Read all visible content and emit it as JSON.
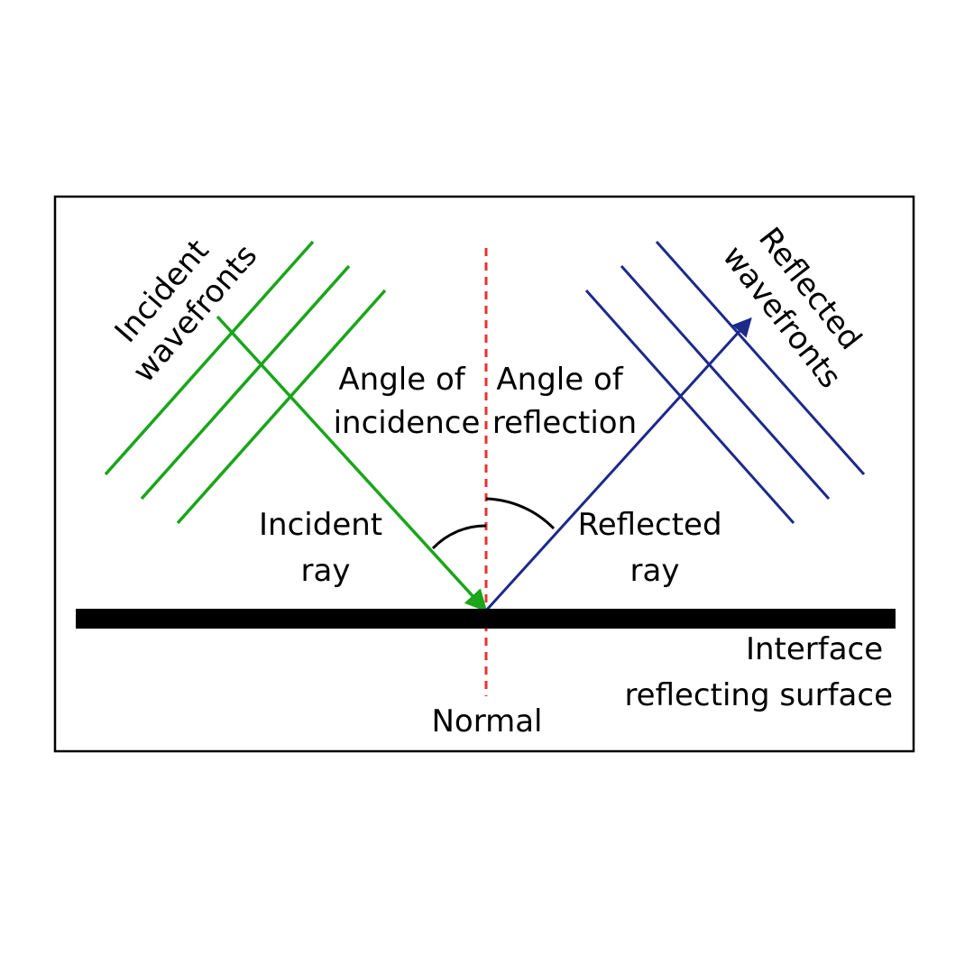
{
  "labels": {
    "incident_wavefronts": [
      "Incident",
      "wavefronts"
    ],
    "reflected_wavefronts": [
      "Reflected",
      "wavefronts"
    ],
    "angle_of_incidence": [
      "Angle of",
      "incidence"
    ],
    "angle_of_reflection": [
      "Angle of",
      "reflection"
    ],
    "incident_ray": [
      "Incident",
      "ray"
    ],
    "reflected_ray": [
      "Reflected",
      "ray"
    ],
    "interface": [
      "Interface",
      "reflecting surface"
    ],
    "normal": "Normal"
  },
  "colors": {
    "incident": "#1aa51a",
    "reflected": "#1c2a8a",
    "normal": "#e8312f",
    "surface": "#000000",
    "frame": "#000000",
    "text": "#000000"
  }
}
